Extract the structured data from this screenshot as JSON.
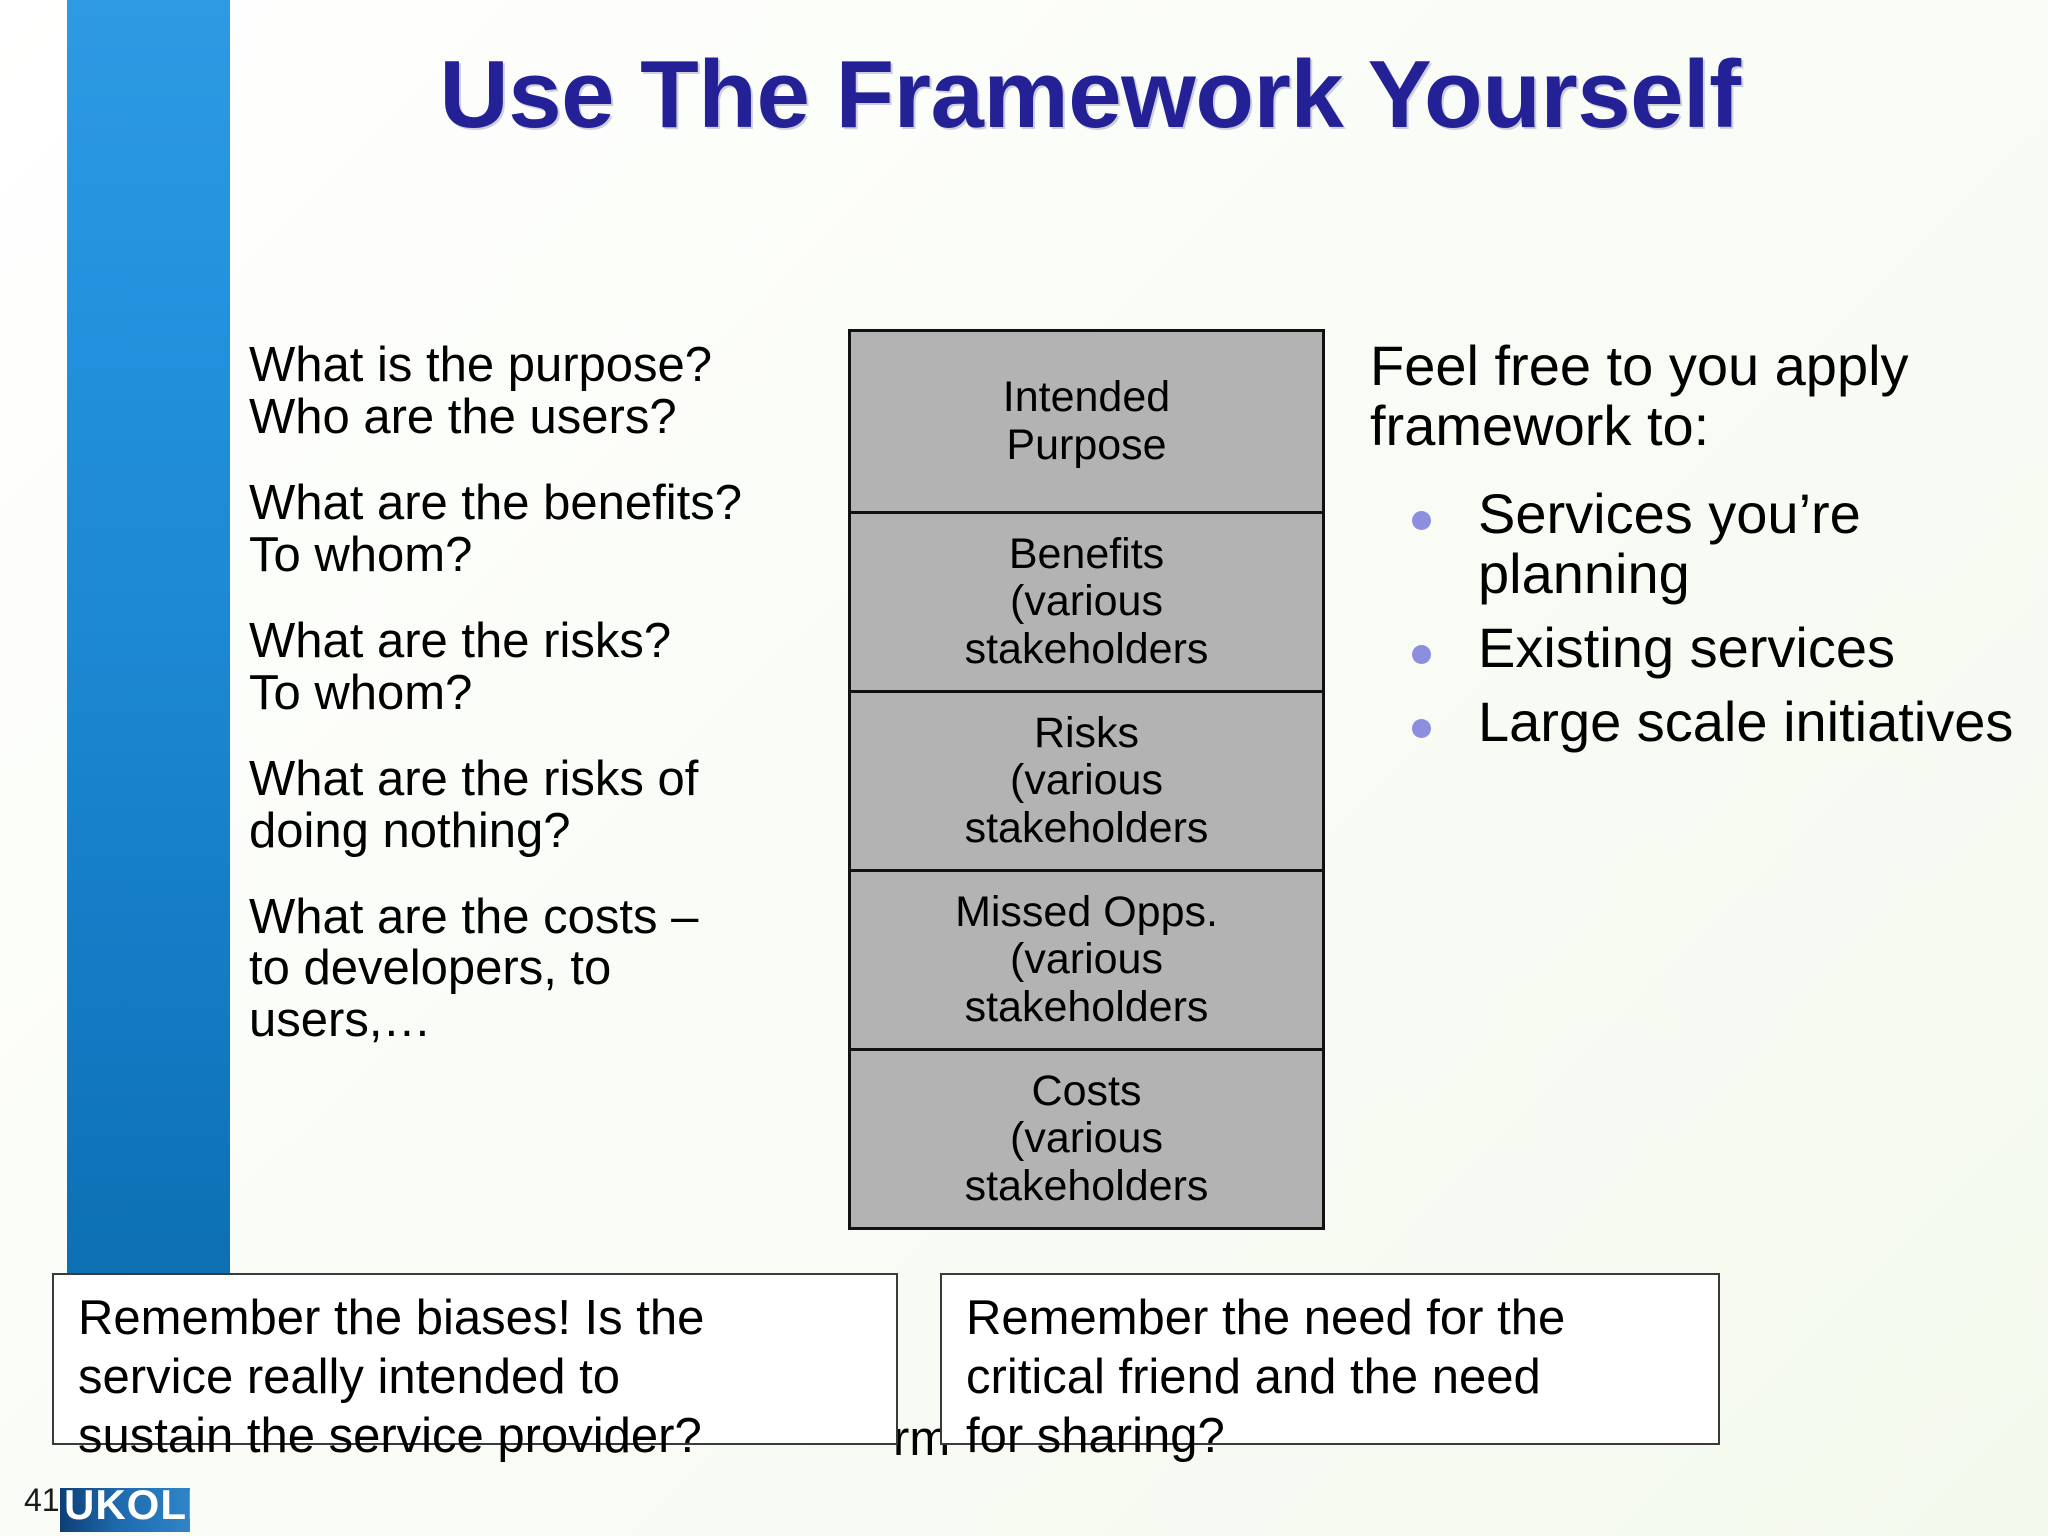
{
  "slide": {
    "title": "Use The Framework Yourself",
    "page_number": "41",
    "logo_text": "UKOLN",
    "accent_bar_color": "#1b85d0",
    "title_color": "#232195",
    "bullet_color": "#8e8ee0",
    "box_fill_color": "#b3b3b3"
  },
  "questions": [
    {
      "lines": [
        "What is the purpose?",
        "Who are the users?"
      ]
    },
    {
      "lines": [
        "What are the benefits?",
        "To whom?"
      ]
    },
    {
      "lines": [
        "What are the risks?",
        "To whom?"
      ]
    },
    {
      "lines": [
        "What are the risks of",
        "doing nothing?"
      ]
    },
    {
      "lines": [
        "What are the costs –",
        "to developers, to",
        "users,…"
      ]
    }
  ],
  "framework_stack": [
    {
      "lines": [
        "Intended",
        "Purpose"
      ]
    },
    {
      "lines": [
        "Benefits",
        "(various",
        "stakeholders"
      ]
    },
    {
      "lines": [
        "Risks",
        "(various",
        "stakeholders"
      ]
    },
    {
      "lines": [
        "Missed Opps.",
        "(various",
        "stakeholders"
      ]
    },
    {
      "lines": [
        "Costs",
        "(various",
        "stakeholders"
      ]
    }
  ],
  "right_panel": {
    "intro_lines": [
      "Feel free to you apply",
      "framework to:"
    ],
    "bullets": [
      "Services you’re planning",
      "Existing services",
      "Large scale initiatives"
    ]
  },
  "callouts": {
    "left_lines": [
      "Remember the biases! Is the",
      "service really intended to",
      "sustain the service provider?"
    ],
    "right_lines": [
      "Remember the need for the",
      "critical friend and the need",
      "for sharing?"
    ]
  },
  "stray_text": "rm"
}
